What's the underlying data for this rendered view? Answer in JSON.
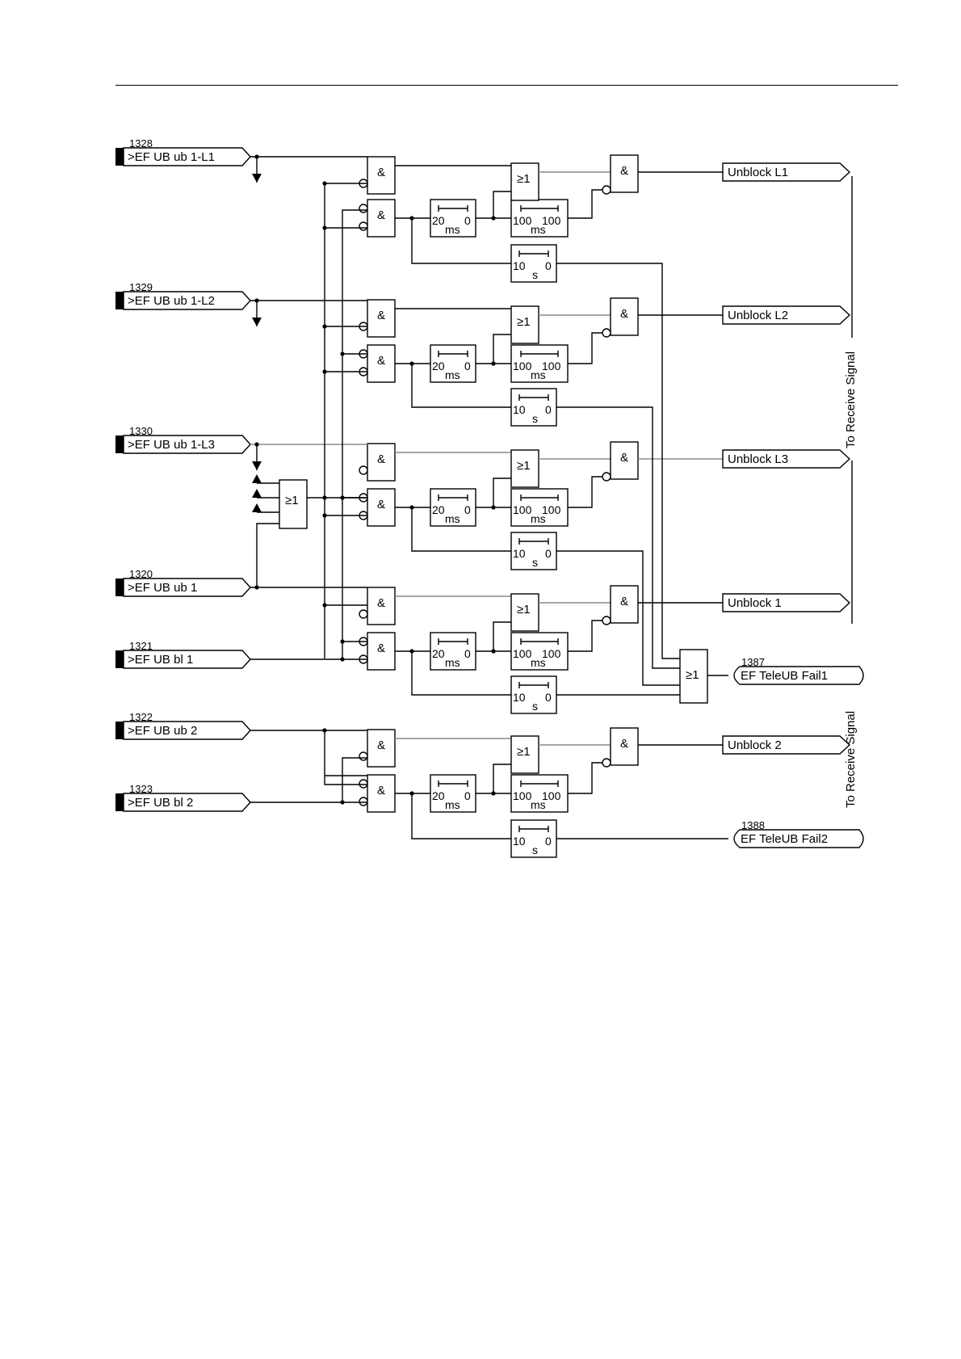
{
  "inputs": [
    {
      "number": "1328",
      "label": ">EF UB ub 1-L1"
    },
    {
      "number": "1329",
      "label": ">EF UB ub 1-L2"
    },
    {
      "number": "1330",
      "label": ">EF UB ub 1-L3"
    },
    {
      "number": "1320",
      "label": ">EF UB ub 1"
    },
    {
      "number": "1321",
      "label": ">EF UB bl 1"
    },
    {
      "number": "1322",
      "label": ">EF UB ub 2"
    },
    {
      "number": "1323",
      "label": ">EF UB bl 2"
    }
  ],
  "outputs": [
    {
      "label": "Unblock L1"
    },
    {
      "label": "Unblock L2"
    },
    {
      "label": "Unblock L3"
    },
    {
      "label": "Unblock 1"
    },
    {
      "label": "Unblock 2"
    }
  ],
  "fail_outputs": [
    {
      "number": "1387",
      "label": "EF TeleUB Fail1"
    },
    {
      "number": "1388",
      "label": "EF TeleUB Fail2"
    }
  ],
  "side_labels": [
    "To Receive Signal",
    "To Receive Signal"
  ],
  "gate_symbols": {
    "and": "&",
    "or": "≥1"
  },
  "timers": {
    "pickup": {
      "t1": "20",
      "t2": "0",
      "unit": "ms"
    },
    "hold": {
      "t1": "100",
      "t2": "100",
      "unit": "ms"
    },
    "fail": {
      "t1": "10",
      "t2": "0",
      "unit": "s"
    }
  }
}
